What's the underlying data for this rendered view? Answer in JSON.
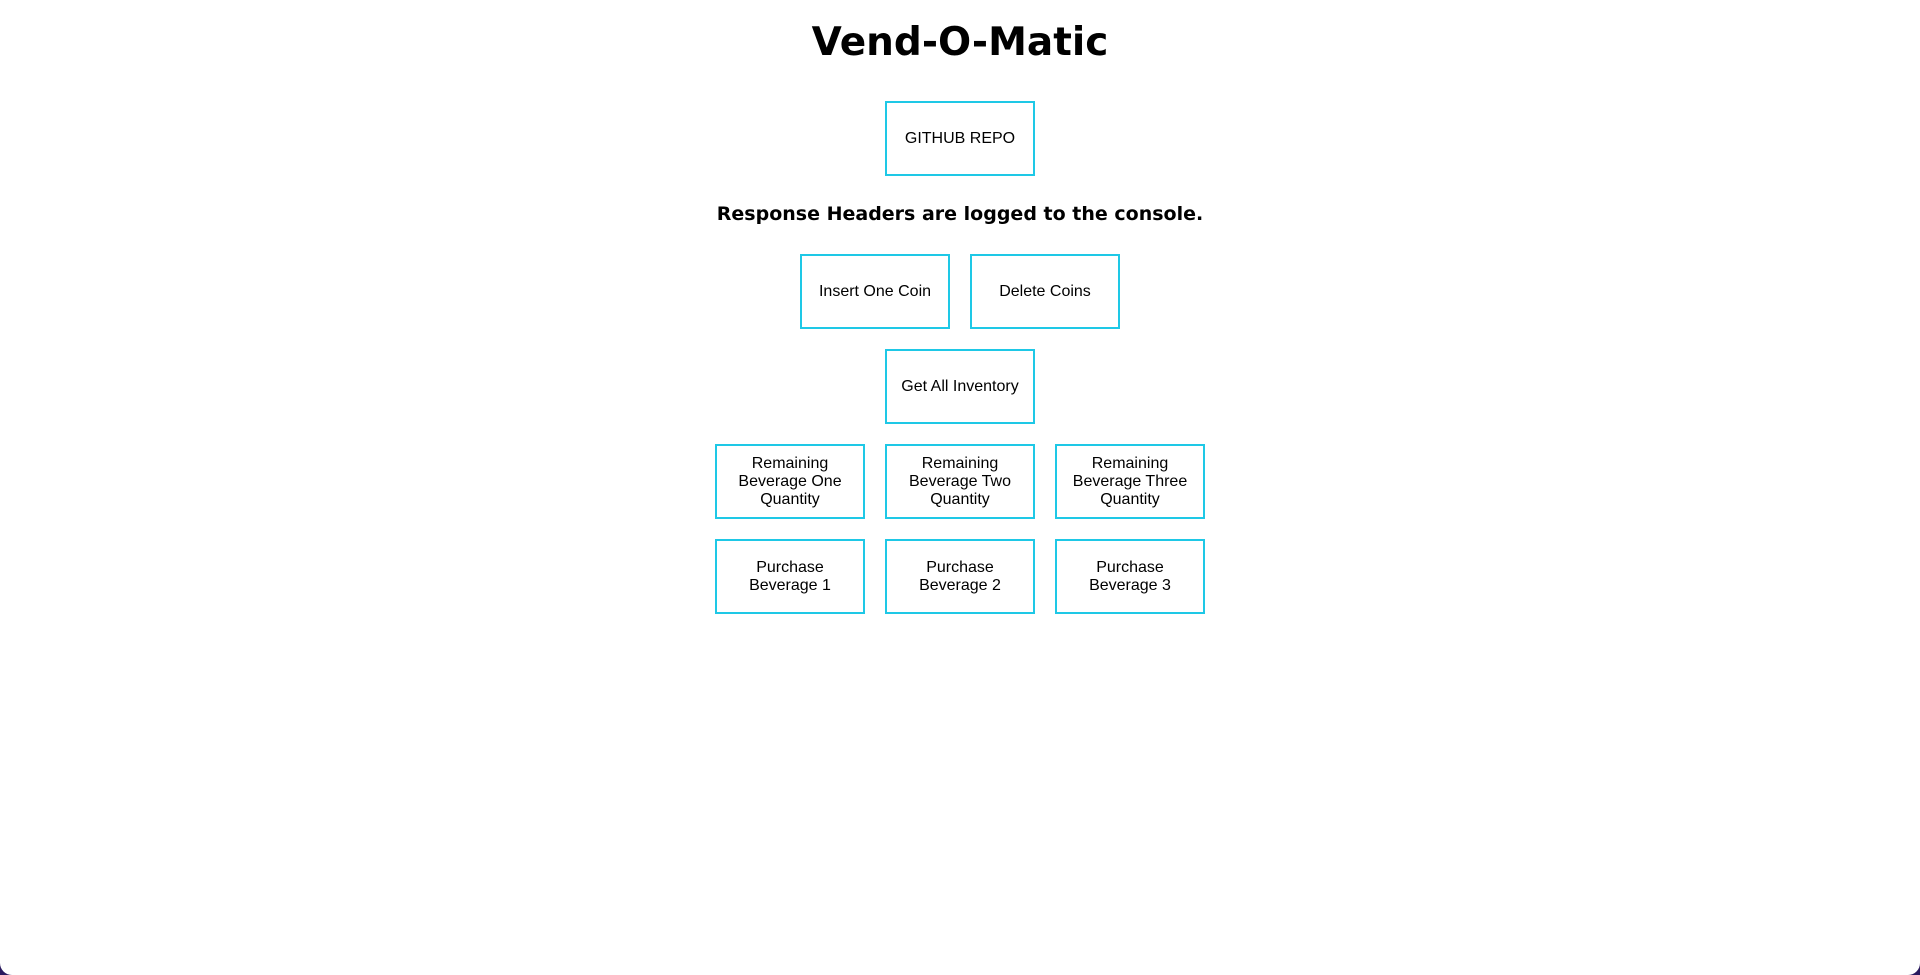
{
  "page": {
    "title": "Vend-O-Matic",
    "subtitle": "Response Headers are logged to the console.",
    "accent_color": "#1ec8e6"
  },
  "buttons": {
    "github": "GITHUB REPO",
    "insert_coin": "Insert One Coin",
    "delete_coins": "Delete Coins",
    "get_inventory": "Get All Inventory",
    "remaining": [
      "Remaining Beverage One Quantity",
      "Remaining Beverage Two Quantity",
      "Remaining Beverage Three Quantity"
    ],
    "purchase": [
      "Purchase Beverage 1",
      "Purchase Beverage 2",
      "Purchase Beverage 3"
    ]
  }
}
